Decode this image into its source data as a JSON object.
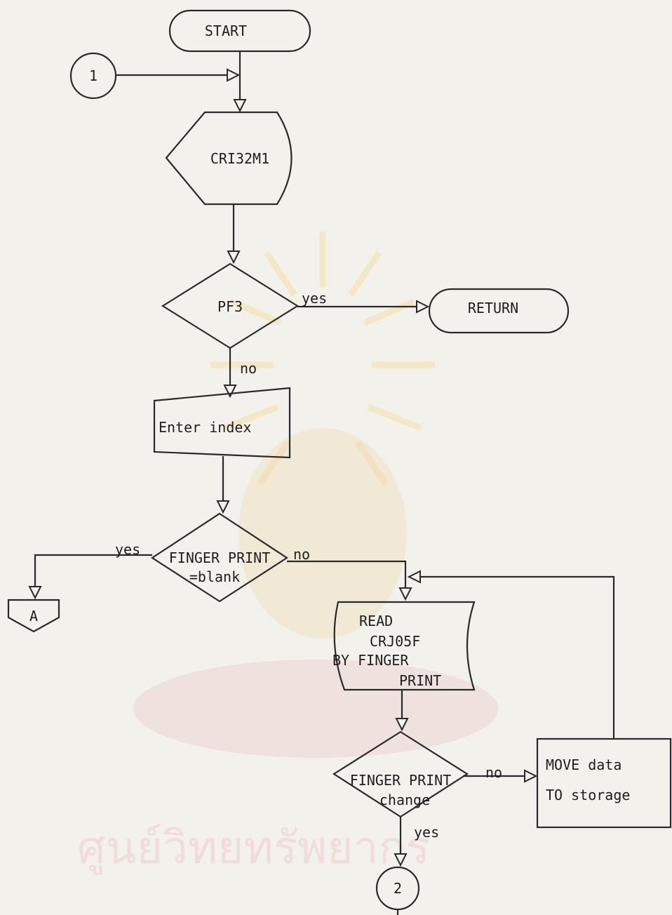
{
  "nodes": {
    "start": "START",
    "connector_1": "1",
    "screen": "CRI32M1",
    "decision_pf3": "PF3",
    "return": "RETURN",
    "input_enter_index": "Enter index",
    "decision_fp_blank": {
      "line1": "FINGER PRINT",
      "line2": "=blank"
    },
    "offpage_a": "A",
    "read_file": {
      "line1": "READ",
      "line2": "CRJ05F",
      "line3": "BY FINGER",
      "line4": "PRINT"
    },
    "decision_fp_change": {
      "line1": "FINGER PRINT",
      "line2": "change"
    },
    "process_move": {
      "line1": "MOVE data",
      "line2": "TO storage"
    },
    "connector_2": "2"
  },
  "edges": {
    "pf3_yes": "yes",
    "pf3_no": "no",
    "blank_yes": "yes",
    "blank_no": "no",
    "change_no": "no",
    "change_yes": "yes"
  },
  "watermark": {
    "text": "ศูนย์วิทยทรัพยากร"
  }
}
